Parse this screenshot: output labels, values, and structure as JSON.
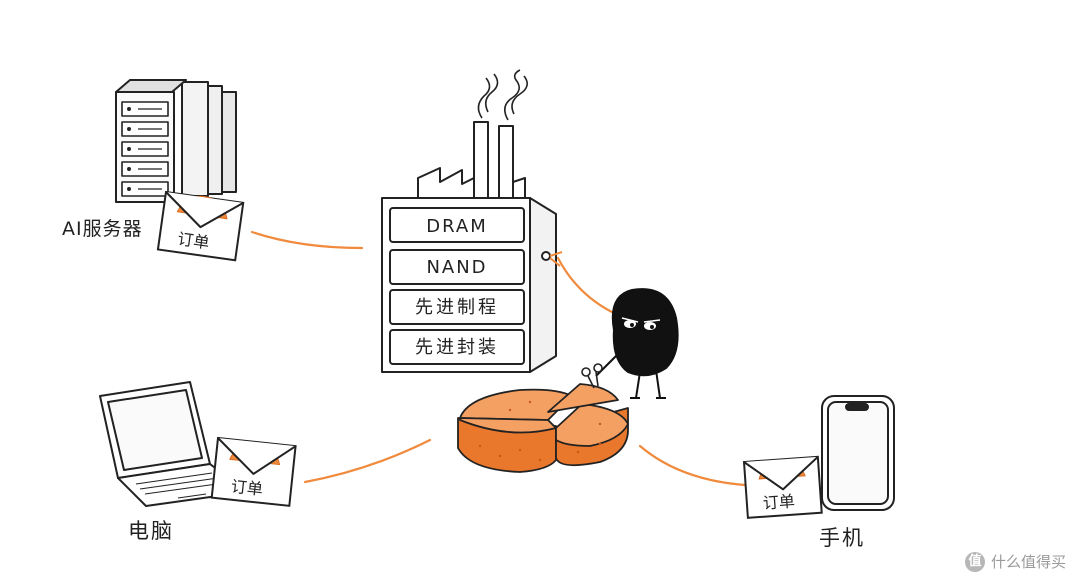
{
  "factory": {
    "rows": [
      "DRAM",
      "NAND",
      "先进制程",
      "先进封装"
    ]
  },
  "devices": {
    "ai_server": "AI服务器",
    "pc": "电脑",
    "phone": "手机"
  },
  "envelope_label": "订单",
  "watermark": {
    "badge": "值",
    "text": "什么值得买"
  },
  "colors": {
    "accent": "#f08a3c",
    "accent_dark": "#d96b20",
    "ink": "#222222"
  }
}
